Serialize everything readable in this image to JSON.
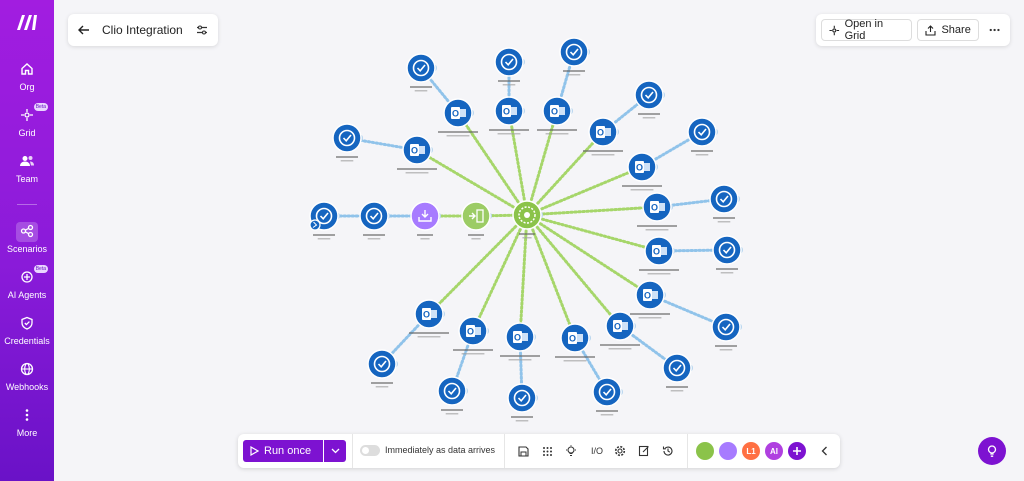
{
  "sidebar": {
    "items": [
      {
        "label": "Org",
        "icon": "home-icon"
      },
      {
        "label": "Grid",
        "icon": "grid-icon",
        "badge": "Beta"
      },
      {
        "label": "Team",
        "icon": "team-icon"
      },
      {
        "label": "Scenarios",
        "icon": "scenarios-icon",
        "active": true
      },
      {
        "label": "AI Agents",
        "icon": "ai-agents-icon",
        "badge": "Beta"
      },
      {
        "label": "Credentials",
        "icon": "shield-icon"
      },
      {
        "label": "Webhooks",
        "icon": "globe-icon"
      },
      {
        "label": "More",
        "icon": "more-vertical-icon"
      }
    ]
  },
  "header": {
    "title": "Clio Integration",
    "open_in_grid": "Open in Grid",
    "share": "Share"
  },
  "toolbar": {
    "run_once": "Run once",
    "immediately": "Immediately as data arrives",
    "io_label": "I/O",
    "avatars": [
      {
        "text": "",
        "color": "#8bc34a"
      },
      {
        "text": "",
        "color": "#a77bff"
      },
      {
        "text": "L1",
        "color": "#ff7043"
      },
      {
        "text": "AI",
        "color": "#b040e0"
      }
    ]
  },
  "colors": {
    "brand": "#7d12d1",
    "node_blue": "#1565c0",
    "router_green": "#8bc34a",
    "tools_purple": "#a77bff",
    "link_blue": "#90c3ea",
    "link_green": "#a6d66a"
  }
}
